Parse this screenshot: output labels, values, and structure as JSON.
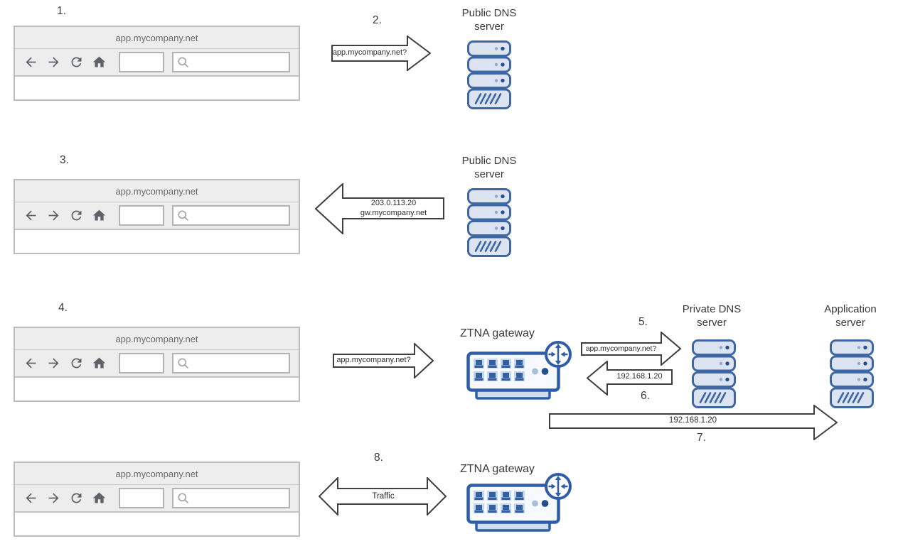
{
  "steps": {
    "s1": "1.",
    "s2": "2.",
    "s3": "3.",
    "s4": "4.",
    "s5": "5.",
    "s6": "6.",
    "s7": "7.",
    "s8": "8."
  },
  "browser": {
    "address": "app.mycompany.net"
  },
  "nodes": {
    "public_dns": {
      "line1": "Public DNS",
      "line2": "server"
    },
    "private_dns": {
      "line1": "Private DNS",
      "line2": "server"
    },
    "application_server": {
      "line1": "Application",
      "line2": "server"
    },
    "ztna_gateway": {
      "label": "ZTNA gateway"
    }
  },
  "messages": {
    "dns_query": "app.mycompany.net?",
    "public_dns_answer_ip": "203.0.113.20",
    "public_dns_answer_host": "gw.mycompany.net",
    "private_dns_answer_ip": "192.168.1.20",
    "traffic_label": "Traffic"
  },
  "icons": {
    "browser_toolbar": [
      "back-icon",
      "forward-icon",
      "reload-icon",
      "home-icon",
      "search-icon"
    ],
    "server": "server-rack-icon",
    "gateway": "switch-with-traffic-badge-icon"
  },
  "colors": {
    "node_stroke": "#3f67a4",
    "node_fill": "#dce4f2",
    "node_dot_light": "#8fa9d2",
    "node_dot_dark": "#27508f",
    "gateway_stroke": "#2f5da8",
    "arrow_stroke": "#3f3f3f",
    "chrome_bg": "#ededed",
    "chrome_border": "#bdbdbd",
    "label_text": "#3a3a3a"
  }
}
